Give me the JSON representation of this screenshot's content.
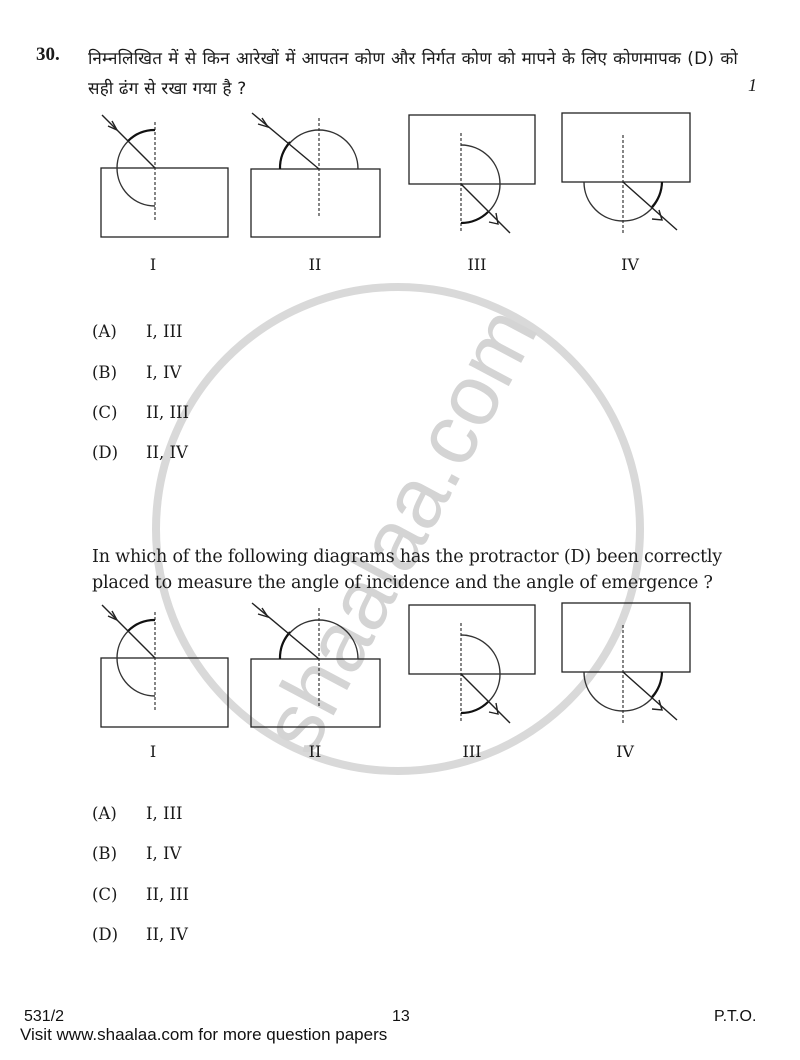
{
  "question": {
    "number": "30.",
    "marks": "1",
    "hindi_text": "निम्नलिखित में से किन आरेखों में आपतन कोण और निर्गत कोण को मापने के लिए कोणमापक (D) को सही ढंग से रखा गया है ?",
    "english_text": "In which of the following diagrams has the protractor (D) been correctly placed to measure the angle of incidence and the angle of emergence ?"
  },
  "diagram_labels": [
    "I",
    "II",
    "III",
    "IV"
  ],
  "hindi_options": [
    {
      "label": "(A)",
      "value": "I, III"
    },
    {
      "label": "(B)",
      "value": "I, IV"
    },
    {
      "label": "(C)",
      "value": "II, III"
    },
    {
      "label": "(D)",
      "value": "II, IV"
    }
  ],
  "english_options": [
    {
      "label": "(A)",
      "value": "I, III"
    },
    {
      "label": "(B)",
      "value": "I, IV"
    },
    {
      "label": "(C)",
      "value": "II, III"
    },
    {
      "label": "(D)",
      "value": "II, IV"
    }
  ],
  "footer": {
    "code": "531/2",
    "page": "13",
    "pto": "P.T.O.",
    "visit": "Visit www.shaalaa.com for more question papers"
  },
  "watermark": {
    "text": "shaalaa.com",
    "color": "#d4d4d4"
  }
}
